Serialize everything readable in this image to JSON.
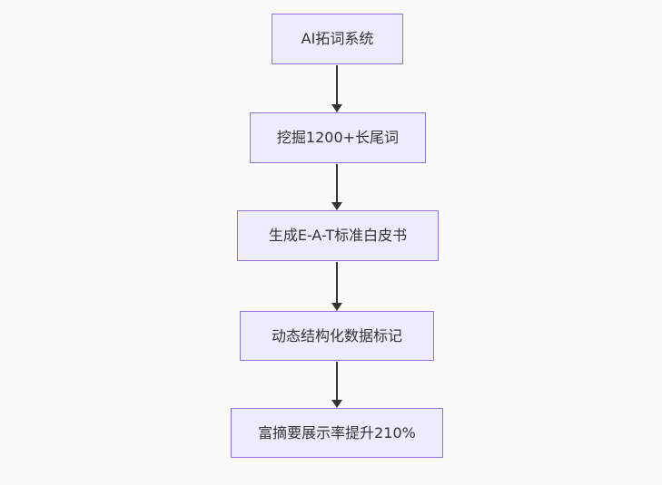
{
  "diagram": {
    "type": "flowchart",
    "direction": "top-down",
    "background": "#fafafa",
    "node_fill": "#ECECFF",
    "node_border": "#9370DB",
    "text_color": "#333333",
    "arrow_color": "#333333",
    "nodes": [
      {
        "id": "n1",
        "label": "AI拓词系统"
      },
      {
        "id": "n2",
        "label": "挖掘1200+长尾词"
      },
      {
        "id": "n3",
        "label": "生成E-A-T标准白皮书"
      },
      {
        "id": "n4",
        "label": "动态结构化数据标记"
      },
      {
        "id": "n5",
        "label": "富摘要展示率提升210%"
      }
    ],
    "edges": [
      {
        "from": "n1",
        "to": "n2"
      },
      {
        "from": "n2",
        "to": "n3"
      },
      {
        "from": "n3",
        "to": "n4"
      },
      {
        "from": "n4",
        "to": "n5"
      }
    ]
  }
}
